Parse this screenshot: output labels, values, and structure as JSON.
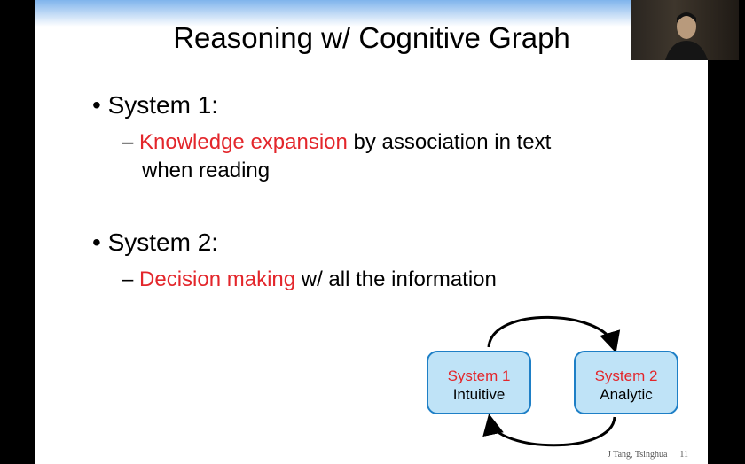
{
  "slide": {
    "title": "Reasoning w/ Cognitive Graph",
    "bullets": [
      {
        "label": "System 1:",
        "sub_highlight": "Knowledge expansion",
        "sub_rest": " by association in text",
        "sub_line2": "when reading"
      },
      {
        "label": "System 2:",
        "sub_highlight": "Decision making",
        "sub_rest": " w/ all the information"
      }
    ],
    "diagram": {
      "box1": {
        "title": "System 1",
        "subtitle": "Intuitive"
      },
      "box2": {
        "title": "System 2",
        "subtitle": "Analytic"
      }
    },
    "footer": {
      "author": "J Tang, Tsinghua",
      "page": "11"
    }
  },
  "colors": {
    "accent": "#e3262b",
    "box_fill": "#bfe3f7",
    "box_border": "#1e7fc6"
  }
}
